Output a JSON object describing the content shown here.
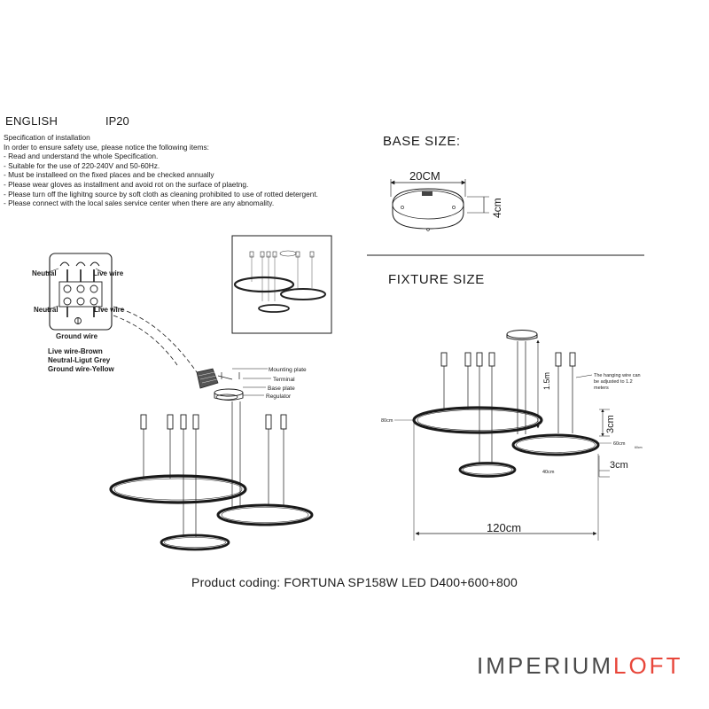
{
  "header": {
    "language": "ENGLISH",
    "ip_rating": "IP20"
  },
  "specification": {
    "title": "Specification of installation",
    "lines": [
      "In order to ensure safety use, please notice the following items:",
      "- Read and understand the whole Specification.",
      "- Suitable for the use of 220-240V and 50-60Hz.",
      "- Must be installeed on the fixed places and be checked annually",
      "- Please wear gloves as installment and avoid rot on the surface of plaetng.",
      "- Please turn off the lighitng source by soft cloth as cleaning prohibited to use of rotted detergent.",
      "- Please connect with the local sales service center when there are any abnomality."
    ]
  },
  "base_size": {
    "title": "BASE SIZE:",
    "width": "20CM",
    "height": "4cm"
  },
  "fixture_size": {
    "title": "FIXTURE SIZE",
    "wire_length": "1.5m",
    "note_lines": [
      "The hanging wire can",
      "be adjusted to 1.2",
      "meters"
    ],
    "ring_large": "80cm",
    "ring_small": "40cm",
    "ring_mid": "60cm",
    "ring_mid_sub": "60cm",
    "gap_upper": "3cm",
    "gap_lower": "3cm",
    "total_width": "120cm"
  },
  "wiring": {
    "neutral_top": "Neutral",
    "live_top": "Live wire",
    "neutral_bottom": "Neutral",
    "live_bottom": "Live wire",
    "ground": "Ground wire",
    "legend": [
      "Live wire-Brown",
      "Neutral-Ligut Grey",
      "Ground wire-Yellow"
    ]
  },
  "assembly_labels": {
    "mounting_plate": "Mounting plate",
    "terminal": "Terminal",
    "base_plate": "Base plate",
    "regulator": "Regulator"
  },
  "product_coding": "Product coding: FORTUNA SP158W LED D400+600+800",
  "brand": {
    "part1": "IMPERIUM",
    "part2": "LOFT",
    "accent_color": "#e8463a"
  }
}
